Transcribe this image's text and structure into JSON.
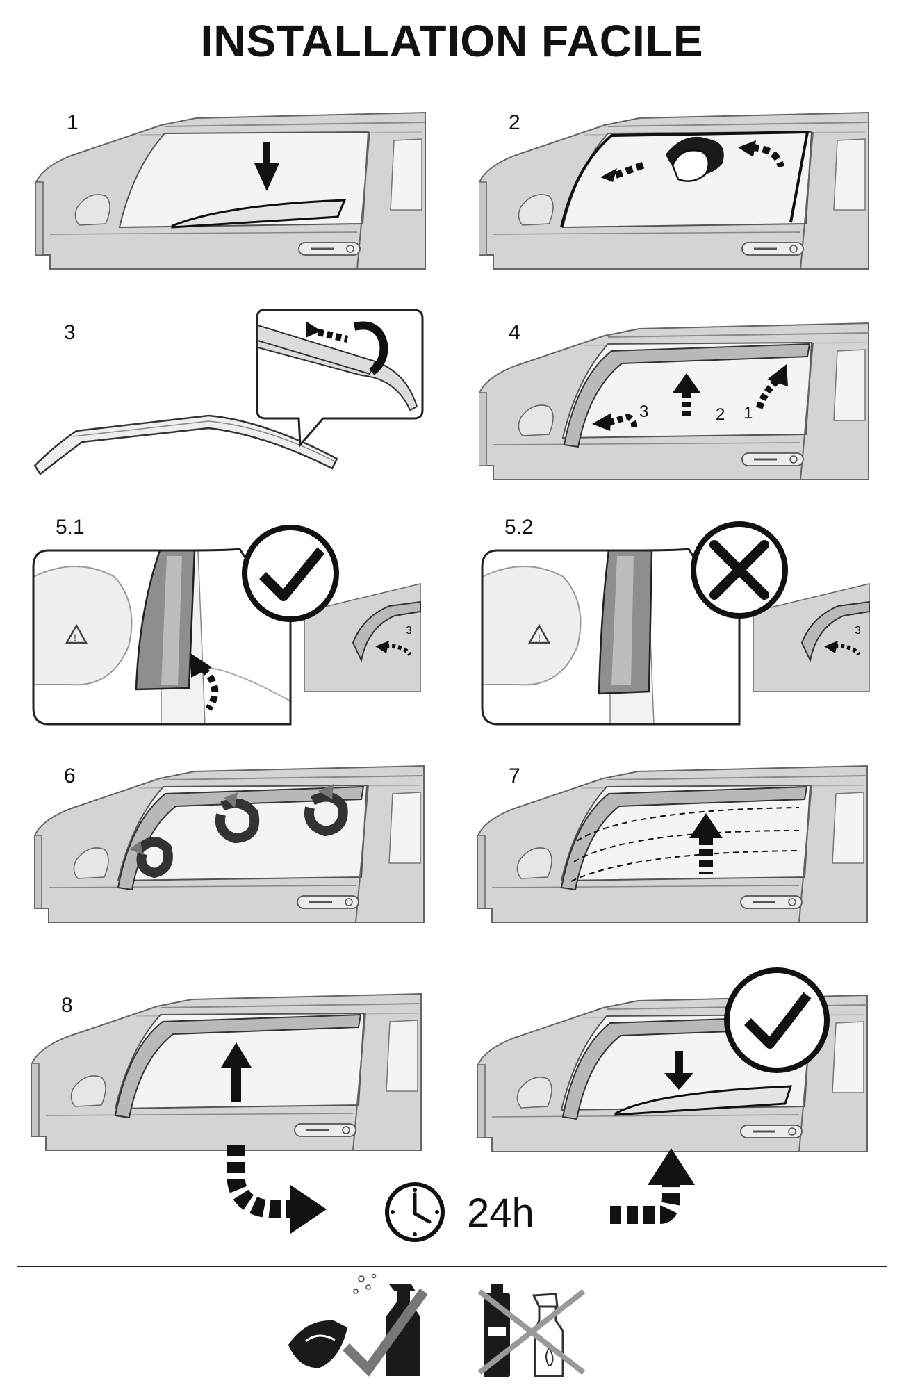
{
  "title": "INSTALLATION FACILE",
  "steps": [
    {
      "id": "1",
      "label": "1"
    },
    {
      "id": "2",
      "label": "2"
    },
    {
      "id": "3",
      "label": "3"
    },
    {
      "id": "4",
      "label": "4",
      "sub_labels": [
        "3",
        "2",
        "1"
      ]
    },
    {
      "id": "5.1",
      "label": "5.1",
      "status": "correct",
      "sub_label": "3"
    },
    {
      "id": "5.2",
      "label": "5.2",
      "status": "incorrect",
      "sub_label": "3"
    },
    {
      "id": "6",
      "label": "6"
    },
    {
      "id": "7",
      "label": "7"
    },
    {
      "id": "8",
      "label": "8"
    }
  ],
  "waiting_time": "24h",
  "icons": {
    "step1": [
      "car-door-icon",
      "window-down-arrow-icon"
    ],
    "step2": [
      "cleaning-cloth-hand-icon",
      "wipe-arrow-icon"
    ],
    "step3": [
      "wind-deflector-icon",
      "peel-tape-icon"
    ],
    "step5_1": "check-mark-icon",
    "step5_2": "cross-mark-icon",
    "step8": [
      "window-up-arrow-icon",
      "clock-icon",
      "check-mark-icon"
    ],
    "footer": [
      "cleaning-spray-allowed-icon",
      "chemical-cleaners-forbidden-icon"
    ]
  },
  "colors": {
    "car_body": "#d4d4d4",
    "glass": "#f3f3f3",
    "outline": "#555555",
    "ink": "#111111"
  }
}
